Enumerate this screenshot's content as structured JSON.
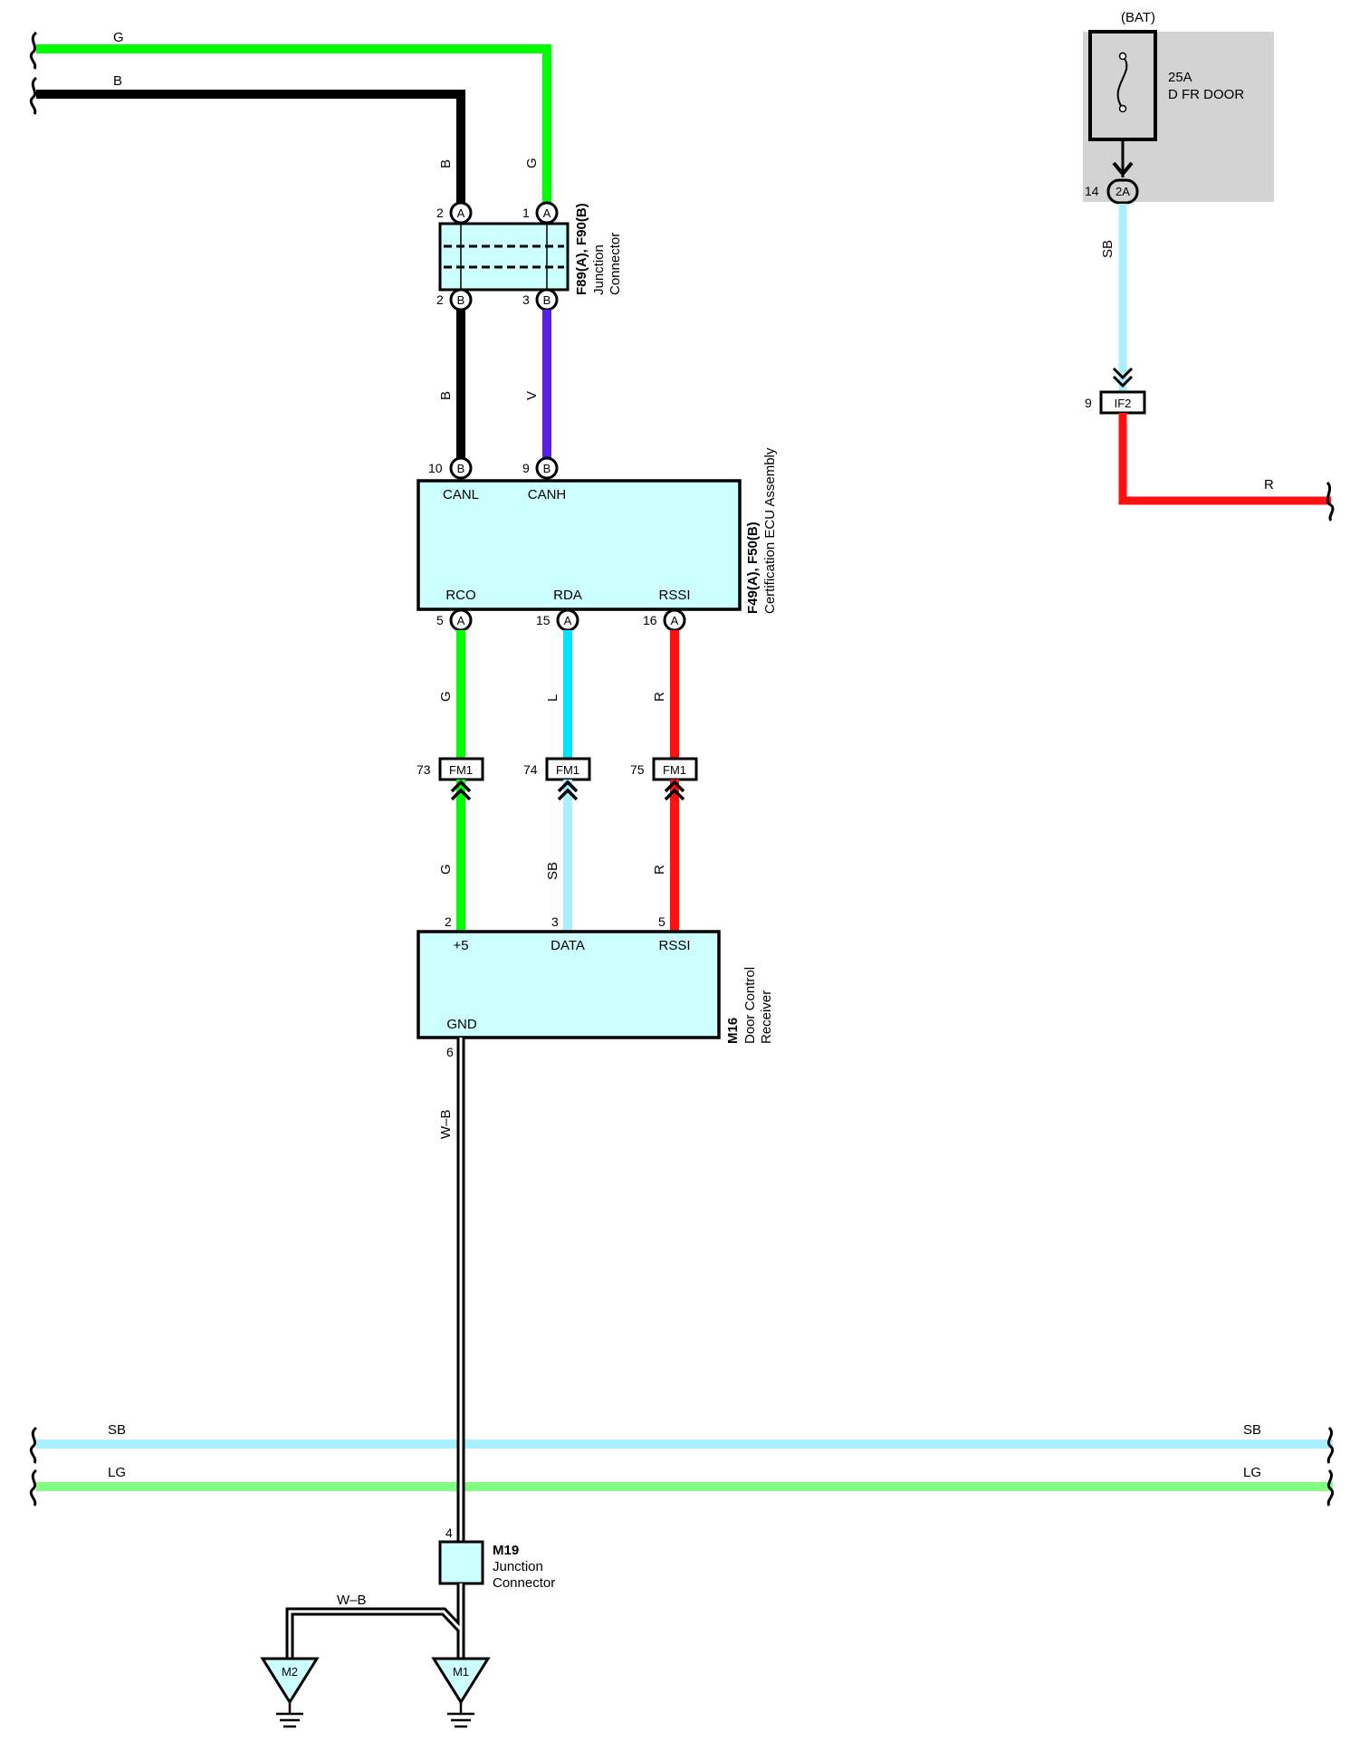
{
  "colors": {
    "G": "#00ff00",
    "B": "#000000",
    "V": "#5a1ee6",
    "L": "#00e5ff",
    "SB": "#a8f0ff",
    "R": "#ff1010",
    "LG": "#80ff80",
    "WB": "#000000",
    "component_fill": "#ccffff",
    "fuse_box_fill": "#d3d3d3"
  },
  "fuse": {
    "source": "(BAT)",
    "rating": "25A",
    "name": "D FR DOOR",
    "out_pin": "14",
    "out_connector": "2A"
  },
  "wires": {
    "top_g": "G",
    "top_b": "B",
    "b_upper": "B",
    "g_upper": "G",
    "b_lower": "B",
    "v_lower": "V",
    "sb_fuse": "SB",
    "r_right": "R",
    "g_rco": "G",
    "l_rda": "L",
    "r_rssi": "R",
    "g_plus5": "G",
    "sb_data": "SB",
    "r_rssi2": "R",
    "wb_gnd": "W–B",
    "wb_ground": "W–B",
    "sb_bus_left": "SB",
    "sb_bus_right": "SB",
    "lg_bus_left": "LG",
    "lg_bus_right": "LG"
  },
  "junction_connector": {
    "code": "F89(A), F90(B)",
    "name_line1": "Junction",
    "name_line2": "Connector",
    "pin_b_top": "2",
    "pin_b_top_conn": "A",
    "pin_g_top": "1",
    "pin_g_top_conn": "A",
    "pin_b_bottom": "2",
    "pin_b_bottom_conn": "B",
    "pin_v_bottom": "3",
    "pin_v_bottom_conn": "B"
  },
  "ecu": {
    "code": "F49(A), F50(B)",
    "name": "Certification ECU Assembly",
    "canl_label": "CANL",
    "canh_label": "CANH",
    "canl_pin": "10",
    "canl_conn": "B",
    "canh_pin": "9",
    "canh_conn": "B",
    "rco_label": "RCO",
    "rda_label": "RDA",
    "rssi_label": "RSSI",
    "rco_pin": "5",
    "rco_conn": "A",
    "rda_pin": "15",
    "rda_conn": "A",
    "rssi_pin": "16",
    "rssi_conn": "A"
  },
  "inline_connectors": {
    "if2_pin": "9",
    "if2_name": "IF2",
    "fm1_a_pin": "73",
    "fm1_b_pin": "74",
    "fm1_c_pin": "75",
    "fm1_name": "FM1"
  },
  "receiver": {
    "code": "M16",
    "name_line1": "Door Control",
    "name_line2": "Receiver",
    "plus5_label": "+5",
    "data_label": "DATA",
    "rssi_label": "RSSI",
    "gnd_label": "GND",
    "plus5_pin": "2",
    "data_pin": "3",
    "rssi_pin": "5",
    "gnd_pin": "6"
  },
  "m19": {
    "code": "M19",
    "name_line1": "Junction",
    "name_line2": "Connector",
    "pin": "4"
  },
  "grounds": {
    "m2": "M2",
    "m1": "M1"
  }
}
